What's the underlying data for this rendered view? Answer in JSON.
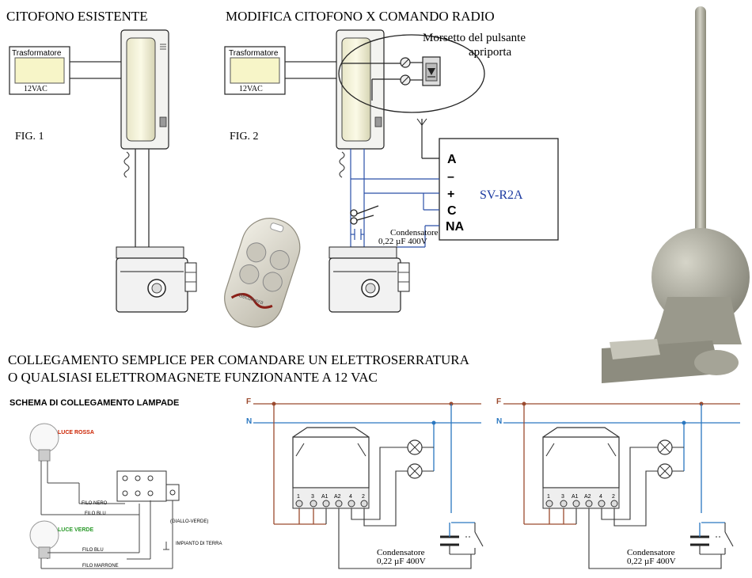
{
  "fig1": {
    "title": "CITOFONO ESISTENTE",
    "transformer_label": "Trasformatore",
    "transformer_voltage": "12VAC",
    "fig_label": "FIG. 1"
  },
  "fig2": {
    "title": "MODIFICA CITOFONO X COMANDO RADIO",
    "transformer_label": "Trasformatore",
    "transformer_voltage": "12VAC",
    "fig_label": "FIG. 2",
    "terminal_note_line1": "Morsetto del pulsante",
    "terminal_note_line2": "apriporta",
    "receiver_model": "SV-R2A",
    "terminal_a": "A",
    "terminal_minus": "–",
    "terminal_plus": "+",
    "terminal_c": "C",
    "terminal_na": "NA",
    "capacitor_label": "Condensatore",
    "capacitor_value": "0,22 µF 400V"
  },
  "remote": {
    "brand": "Securvera"
  },
  "caption": {
    "line1": "COLLEGAMENTO SEMPLICE PER COMANDARE UN ELETTROSERRATURA",
    "line2": "O QUALSIASI ELETTROMAGNETE FUNZIONANTE A 12 VAC"
  },
  "lamps": {
    "title": "SCHEMA DI COLLEGAMENTO LAMPADE",
    "red_lamp": "LUCE ROSSA",
    "green_lamp": "LUCE VERDE",
    "wire_black": "FILO NERO",
    "wire_blue_1": "FILO BLU",
    "wire_yellow_green": "(GIALLO-VERDE)",
    "ground": "IMPIANTO DI TERRA",
    "wire_blue_2": "FILO BLU",
    "wire_brown": "FILO MARRONE",
    "colors": {
      "red_label": "#cc2200",
      "green_label": "#2a9a2a"
    }
  },
  "relay_left": {
    "phase": "F",
    "neutral": "N",
    "t1": "1",
    "t2": "3",
    "t3": "A1",
    "t4": "A2",
    "t5": "4",
    "t6": "2",
    "capacitor_label": "Condensatore",
    "capacitor_value": "0,22 µF 400V"
  },
  "relay_right": {
    "phase": "F",
    "neutral": "N",
    "t1": "1",
    "t2": "3",
    "t3": "A1",
    "t4": "A2",
    "t5": "4",
    "t6": "2",
    "capacitor_label": "Condensatore",
    "capacitor_value": "0,22 µF 400V"
  },
  "colors": {
    "phase_wire": "#9b4a2e",
    "neutral_wire": "#2a77c0",
    "label_blue": "#1c3aa0",
    "schematic_red": "#b02020"
  }
}
